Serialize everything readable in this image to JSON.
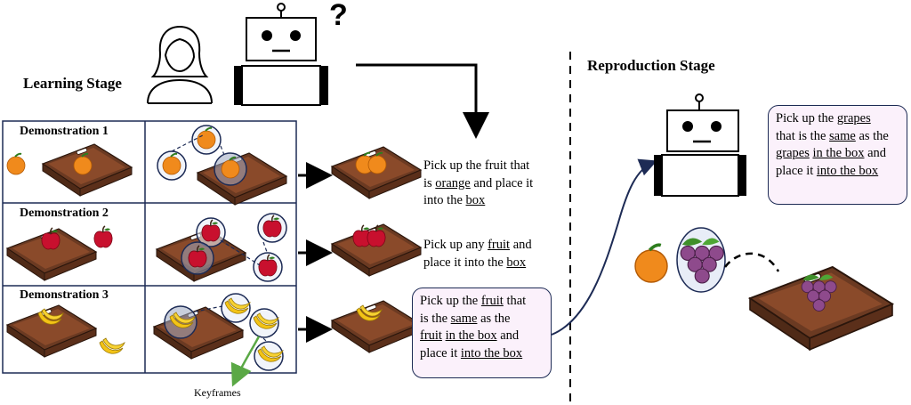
{
  "learning": {
    "title": "Learning Stage",
    "demos": [
      {
        "title": "Demonstration 1"
      },
      {
        "title": "Demonstration 2"
      },
      {
        "title": "Demonstration 3"
      }
    ],
    "keyframes_label": "Keyframes",
    "question_mark": "?"
  },
  "instructions": {
    "i1": [
      "Pick up the fruit that",
      "is ",
      "orange",
      " and place it",
      "into the ",
      "box"
    ],
    "i2": [
      "Pick up any ",
      "fruit",
      " and",
      "place it into the ",
      "box"
    ],
    "i3": [
      "Pick up the ",
      "fruit",
      " that",
      "is the ",
      "same",
      " as the",
      "fruit",
      " ",
      "in the box",
      " and",
      "place it ",
      "into the box"
    ]
  },
  "reproduction": {
    "title": "Reproduction Stage",
    "instruction": [
      "Pick up the ",
      "grapes",
      "that is the ",
      "same",
      " as the",
      "grapes",
      " ",
      "in the box",
      " and",
      "place it ",
      "into the box"
    ]
  },
  "colors": {
    "tray": "#6b3a22",
    "tray_inner": "#8a4a2a",
    "orange": "#f08a1c",
    "apple": "#c8102e",
    "banana": "#f3c316",
    "grape": "#8e4a8c",
    "bubble_fill": "#fbf1fb",
    "frame": "#1d2b55",
    "green_arrow": "#5aa845"
  }
}
